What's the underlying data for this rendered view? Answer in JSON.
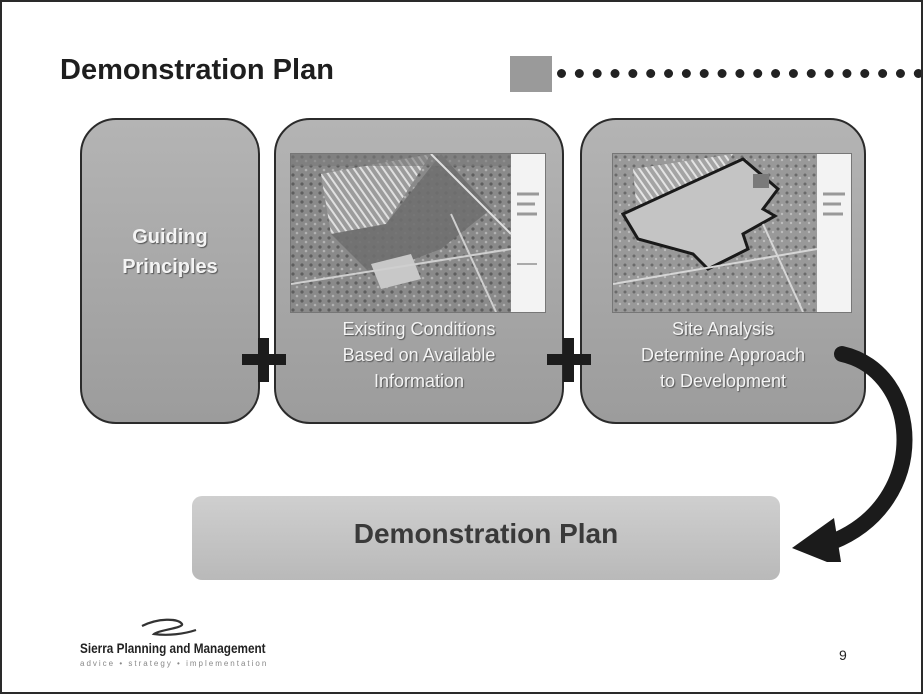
{
  "slide": {
    "title": "Demonstration Plan",
    "page_number": "9"
  },
  "panels": {
    "guiding": {
      "line1": "Guiding",
      "line2": "Principles"
    },
    "existing": {
      "line1": "Existing Conditions",
      "line2": "Based on Available",
      "line3": "Information"
    },
    "site": {
      "line1": "Site Analysis",
      "line2": "Determine Approach",
      "line3": "to Development"
    }
  },
  "result": {
    "label": "Demonstration Plan"
  },
  "logo": {
    "name": "Sierra Planning and Management",
    "tagline": "advice • strategy • implementation"
  },
  "icons": {
    "plus_1": "plus-icon",
    "plus_2": "plus-icon",
    "arrow": "curved-arrow-icon",
    "logo_swoosh": "swoosh-icon"
  },
  "colors": {
    "panel_fill": "#a8a8a8",
    "panel_text": "#f4f4f4",
    "result_fill": "#c4c4c4",
    "title_text": "#1e1e1e"
  }
}
